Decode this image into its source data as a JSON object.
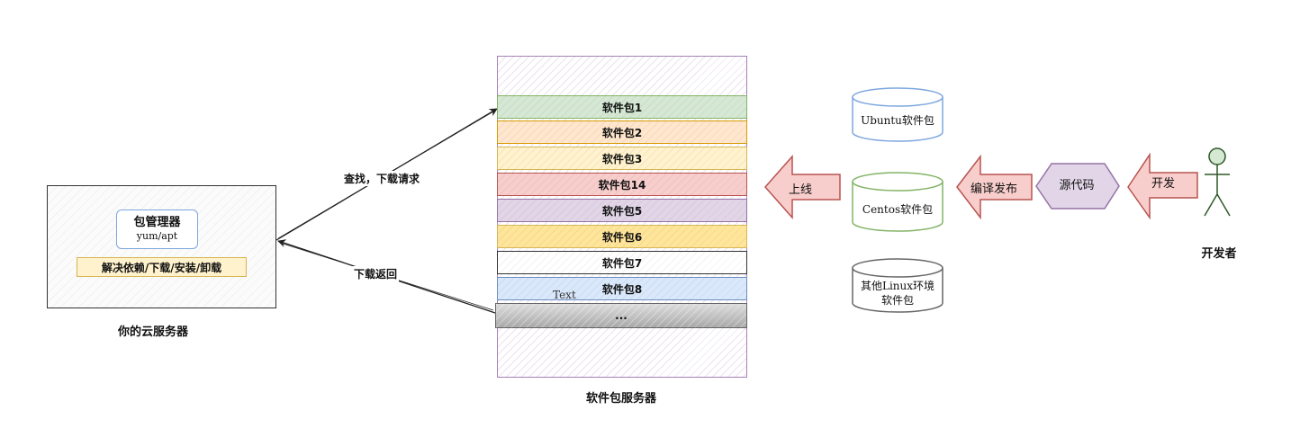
{
  "client": {
    "package_manager_title": "包管理器",
    "package_manager_sub": "yum/apt",
    "operations": "解决依赖/下载/安装/卸载",
    "label": "你的云服务器"
  },
  "arrows": {
    "request": "查找，下载请求",
    "response": "下载返回"
  },
  "repo": {
    "label": "软件包服务器",
    "packages": [
      {
        "name": "软件包1",
        "fill": "#d5e8d4",
        "stroke": "#82b366"
      },
      {
        "name": "软件包2",
        "fill": "#ffe6cc",
        "stroke": "#d79b00"
      },
      {
        "name": "软件包3",
        "fill": "#fff2cc",
        "stroke": "#d6b656"
      },
      {
        "name": "软件包14",
        "fill": "#f8cecc",
        "stroke": "#b85450"
      },
      {
        "name": "软件包5",
        "fill": "#e1d5e7",
        "stroke": "#9673a6"
      },
      {
        "name": "软件包6",
        "fill": "#ffe599",
        "stroke": "#d6b656"
      },
      {
        "name": "软件包7",
        "fill": "#ffffff",
        "stroke": "#333333"
      },
      {
        "name": "软件包8",
        "fill": "#dae8fc",
        "stroke": "#6c8ebf"
      }
    ],
    "more": "...",
    "stray_text": "Text"
  },
  "repos": {
    "ubuntu": {
      "label": "Ubuntu软件包",
      "stroke": "#7ea6e0"
    },
    "centos": {
      "label": "Centos软件包",
      "stroke": "#82b366"
    },
    "other": {
      "label_line1": "其他Linux环境",
      "label_line2": "软件包",
      "stroke": "#666666"
    }
  },
  "flow": {
    "upload": "上线",
    "compile_publish": "编译发布",
    "source_code": "源代码",
    "develop": "开发",
    "developer": "开发者"
  },
  "colors": {
    "block_arrow_fill": "#f8cecc",
    "block_arrow_stroke": "#b85450",
    "source_fill": "#e1d5e7",
    "source_stroke": "#9673a6",
    "actor_fill": "#d5e8d4",
    "actor_stroke": "#82b366"
  }
}
